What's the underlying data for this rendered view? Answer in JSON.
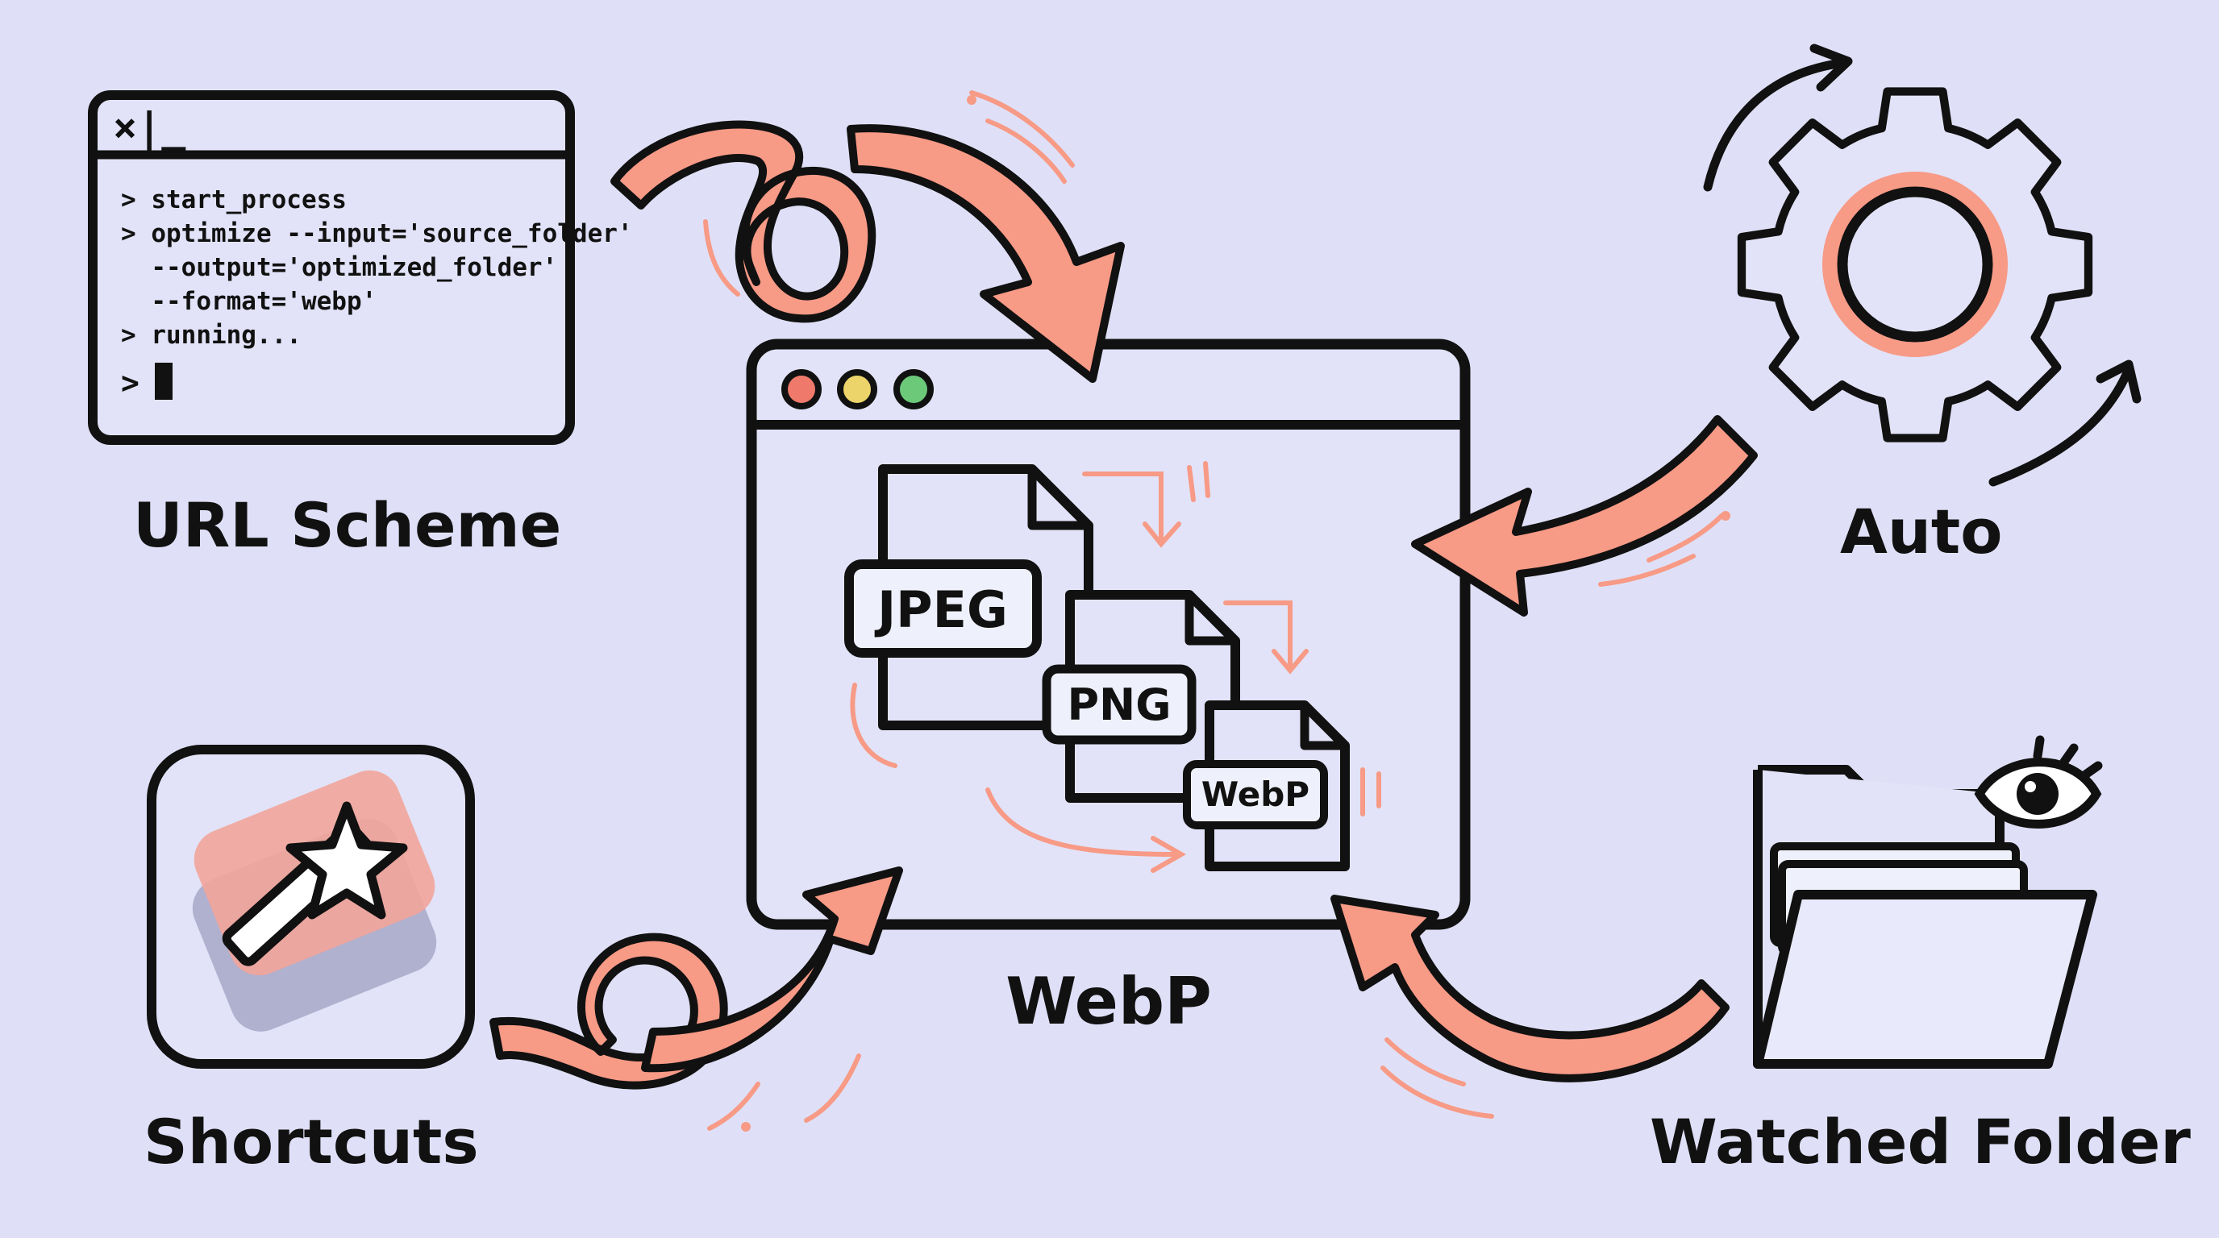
{
  "colors": {
    "background": "#dfe0f7",
    "accent": "#f79a86",
    "ink": "#111111",
    "window_red": "#ef7a6c",
    "window_yellow": "#ecd46a",
    "window_green": "#6cc97a"
  },
  "center": {
    "label": "WebP",
    "icon": "browser-window-icon",
    "files": [
      {
        "tag": "JPEG",
        "icon": "file-icon"
      },
      {
        "tag": "PNG",
        "icon": "file-icon"
      },
      {
        "tag": "WebP",
        "icon": "file-icon"
      }
    ]
  },
  "nodes": {
    "url_scheme": {
      "label": "URL Scheme",
      "icon": "terminal-icon",
      "terminal_title": "×|_",
      "terminal_lines": [
        "> start_process",
        "> optimize --input='source_folder'",
        "  --output='optimized_folder'",
        "  --format='webp'",
        "> running...",
        ">"
      ]
    },
    "auto": {
      "label": "Auto",
      "icon": "gear-icon"
    },
    "shortcuts": {
      "label": "Shortcuts",
      "icon": "magic-wand-icon"
    },
    "watched_folder": {
      "label": "Watched Folder",
      "icon": "folder-eye-icon"
    }
  }
}
